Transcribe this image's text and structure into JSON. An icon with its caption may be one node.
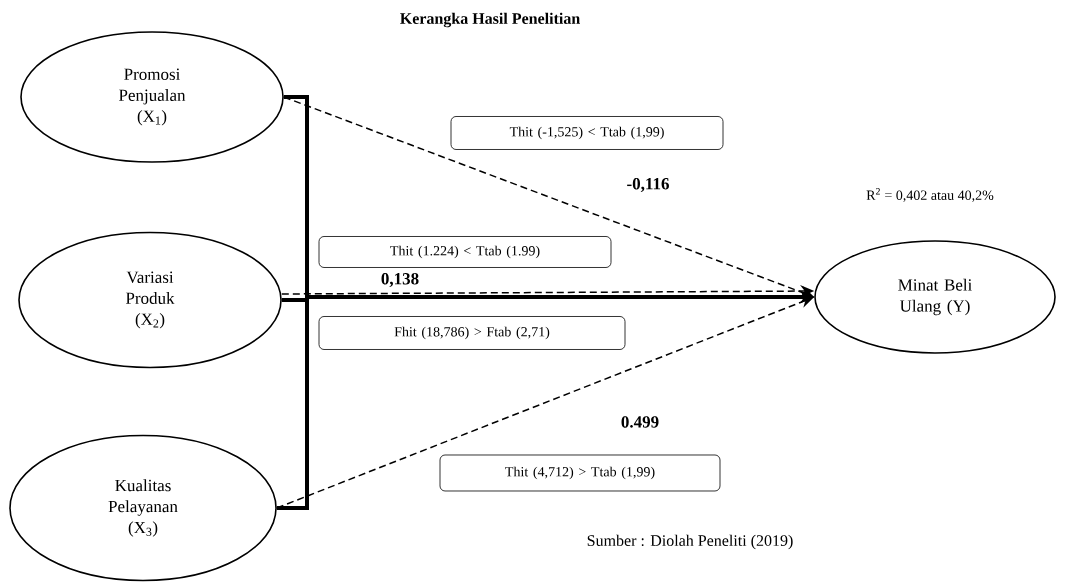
{
  "diagram": {
    "title": "Kerangka Hasil Penelitian",
    "nodes": [
      {
        "text": [
          "Promosi Penjualan (X$_{1}$)"
        ]
      },
      {
        "text": [
          "Variasi Produk (X$_{2}$)"
        ]
      },
      {
        "text": [
          "Kualitas Pelayanan (X$_{3}$)"
        ]
      },
      {
        "text": [
          "Minat Beli Ulang (Y)"
        ]
      },
      {
        "text": [
          "Thit (-1,525) < Ttab (1,99)"
        ]
      },
      {
        "text": [
          "Thit (1.224) < Ttab (1.99)"
        ]
      },
      {
        "text": [
          "Fhit (18,786) > Ftab (2,71)"
        ]
      },
      {
        "text": [
          "Thit (4,712) > Ttab (1,99)"
        ]
      }
    ],
    "edges": [
      {
        "from": 0,
        "to": 3,
        "arrow": "to",
        "style": "dashed",
        "label": "-0,116"
      },
      {
        "from": 1,
        "to": 3,
        "arrow": "to",
        "style": "dashed",
        "label": "0,138"
      },
      {
        "from": 2,
        "to": 3,
        "arrow": "to",
        "style": "dashed",
        "label": "0.499"
      },
      {
        "from": 0,
        "to": 3,
        "arrow": "to",
        "style": "thick"
      },
      {
        "from": 1,
        "to": 3,
        "arrow": "to",
        "style": "thick"
      },
      {
        "from": 2,
        "to": 3,
        "arrow": "to",
        "style": "thick"
      }
    ],
    "labels": [
      "R$^{2}$ = 0,402 atau 40,2%",
      "Sumber : Diolah Peneliti (2019)"
    ]
  }
}
